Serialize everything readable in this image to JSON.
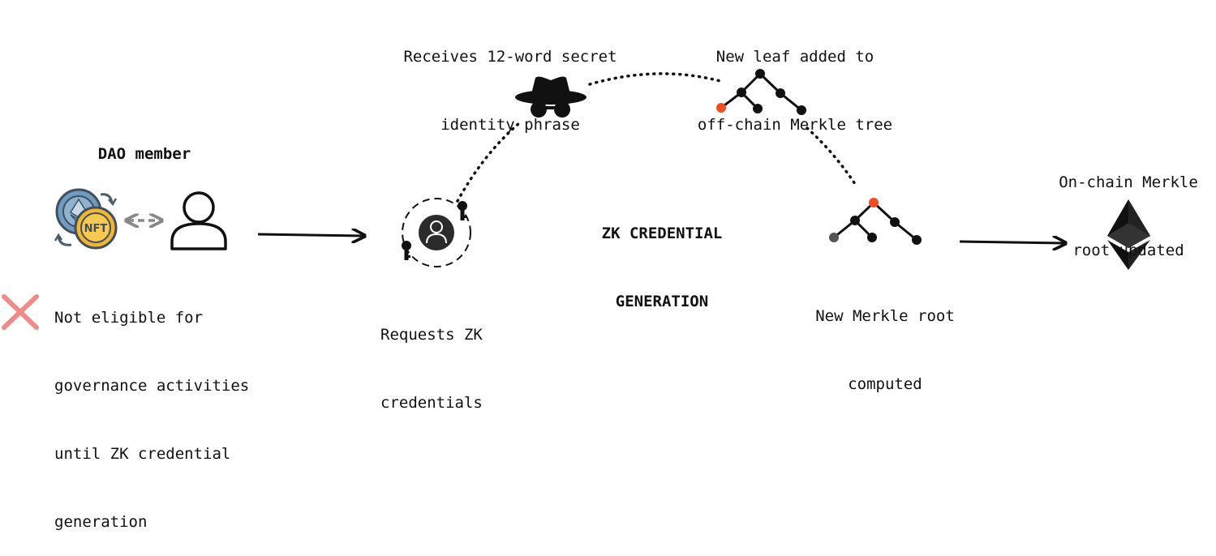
{
  "dao_member": {
    "title": "DAO member",
    "status": [
      "Not eligible for",
      "governance activities",
      "until ZK credential",
      "generation"
    ]
  },
  "request": {
    "caption": [
      "Requests ZK",
      "credentials"
    ]
  },
  "secret": {
    "caption": [
      "Receives 12-word secret",
      "identity phrase"
    ]
  },
  "leaf": {
    "caption": [
      "New leaf added to",
      "off-chain Merkle tree"
    ]
  },
  "center_title": [
    "ZK CREDENTIAL",
    "GENERATION"
  ],
  "root": {
    "caption": [
      "New Merkle root",
      "computed"
    ]
  },
  "onchain": {
    "caption": [
      "On-chain Merkle",
      "root updated"
    ]
  },
  "icons": {
    "assets": "crypto-nft-assets-icon",
    "user": "user-icon",
    "denied": "x-mark-icon",
    "identity": "user-circle-icon",
    "key": "key-icon",
    "anonymous": "spy-hat-glasses-icon",
    "tree": "merkle-tree-icon",
    "chain": "ethereum-icon"
  },
  "colors": {
    "highlight_node": "#f04e23",
    "cross": "#f08a86",
    "nft_coin": "#f2b632",
    "eth_coin": "#6f9bc0",
    "swap_arrows": "#4e5d6c",
    "dashed_arrow": "#888888",
    "root_node_gray": "#555555"
  }
}
